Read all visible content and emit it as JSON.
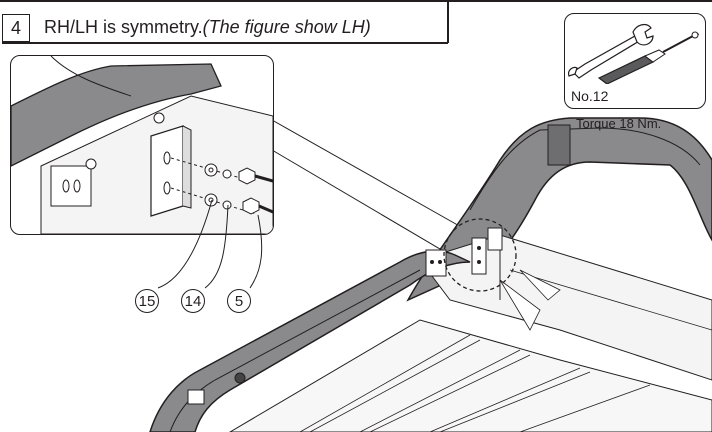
{
  "step": {
    "number": "4",
    "text": "RH/LH is symmetry.",
    "note": "(The figure show LH)"
  },
  "tool": {
    "label": "No.12",
    "icons": [
      "wrench-icon",
      "screwdriver-icon"
    ]
  },
  "torque": "Torque 18 Nm.",
  "callouts": [
    "15",
    "14",
    "5"
  ],
  "colors": {
    "line": "#231f20",
    "part_fill": "#8a8a8c",
    "panel_fill": "#f4f4f4"
  }
}
